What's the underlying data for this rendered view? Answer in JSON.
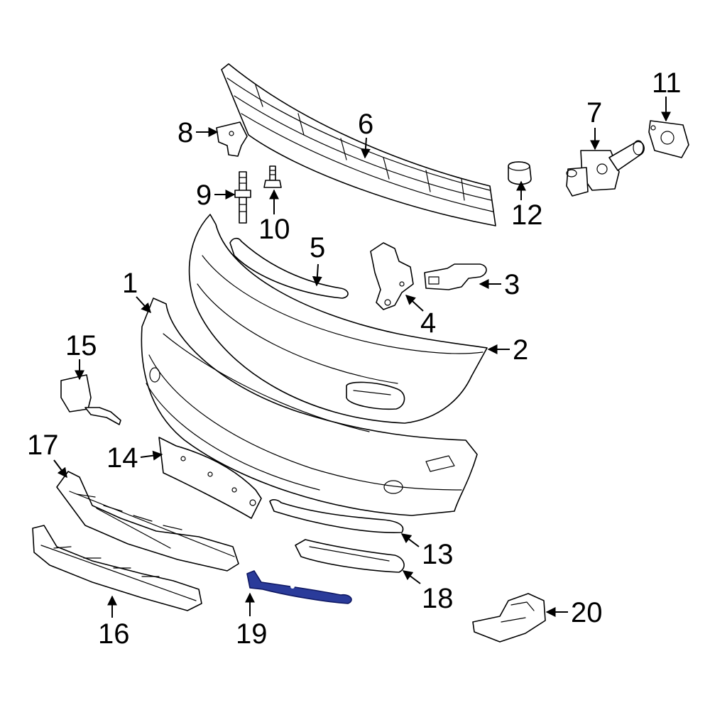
{
  "diagram": {
    "highlight_color": "#2a3b9a",
    "line_color": "#000000",
    "callouts": [
      {
        "id": "c1",
        "text": "1"
      },
      {
        "id": "c2",
        "text": "2"
      },
      {
        "id": "c3",
        "text": "3"
      },
      {
        "id": "c4",
        "text": "4"
      },
      {
        "id": "c5",
        "text": "5"
      },
      {
        "id": "c6",
        "text": "6"
      },
      {
        "id": "c7",
        "text": "7"
      },
      {
        "id": "c8",
        "text": "8"
      },
      {
        "id": "c9",
        "text": "9"
      },
      {
        "id": "c10",
        "text": "10"
      },
      {
        "id": "c11",
        "text": "11"
      },
      {
        "id": "c12",
        "text": "12"
      },
      {
        "id": "c13",
        "text": "13"
      },
      {
        "id": "c14",
        "text": "14"
      },
      {
        "id": "c15",
        "text": "15"
      },
      {
        "id": "c16",
        "text": "16"
      },
      {
        "id": "c17",
        "text": "17"
      },
      {
        "id": "c18",
        "text": "18"
      },
      {
        "id": "c19",
        "text": "19"
      },
      {
        "id": "c20",
        "text": "20"
      }
    ],
    "highlighted_part": "19"
  }
}
